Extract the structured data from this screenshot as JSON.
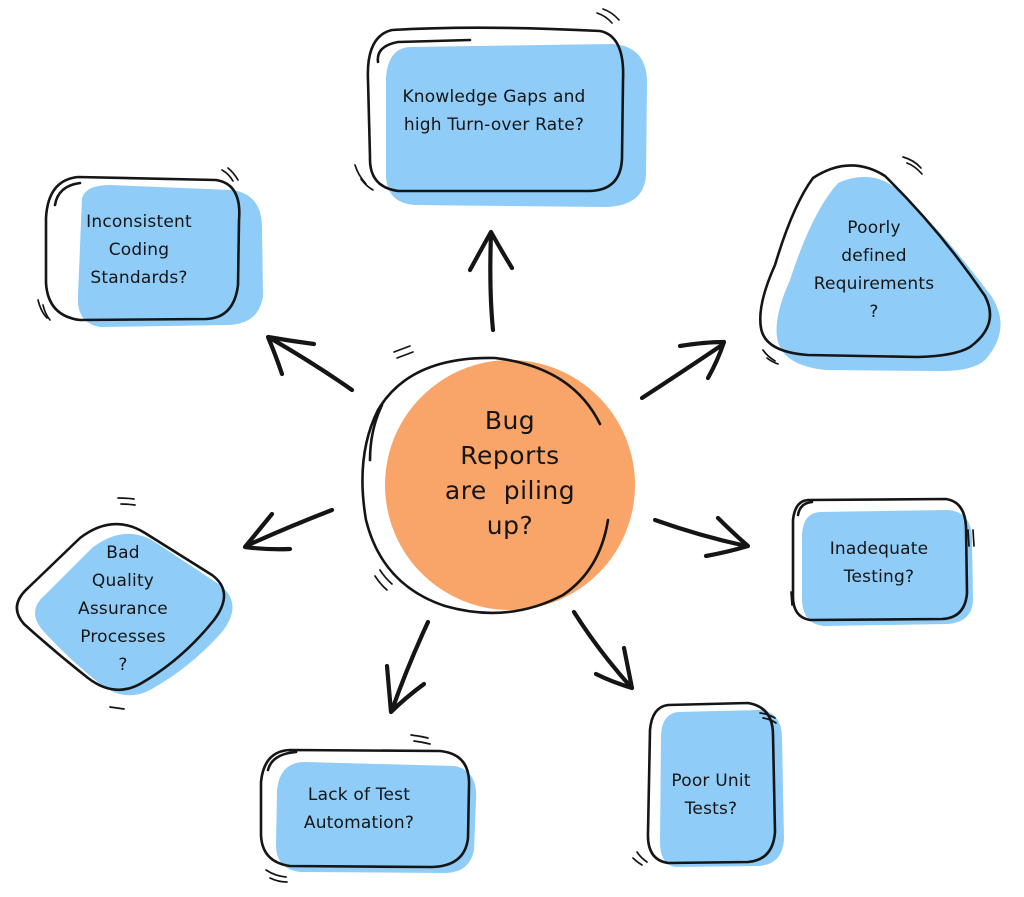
{
  "colors": {
    "center_fill": "#F9A56A",
    "node_fill": "#8FCCF8",
    "stroke": "#151515",
    "background": "#FFFFFF"
  },
  "center": {
    "lines": [
      "Bug",
      "Reports",
      "are  piling",
      "up?"
    ]
  },
  "nodes": {
    "knowledge": {
      "lines": [
        "Knowledge Gaps and",
        "high Turn-over Rate?"
      ]
    },
    "requirements": {
      "lines": [
        "Poorly",
        "defined",
        "Requirements",
        "?"
      ]
    },
    "testing": {
      "lines": [
        "Inadequate",
        "Testing?"
      ]
    },
    "unit_tests": {
      "lines": [
        "Poor Unit",
        "Tests?"
      ]
    },
    "automation": {
      "lines": [
        "Lack of Test",
        "Automation?"
      ]
    },
    "qa": {
      "lines": [
        "Bad",
        "Quality",
        "Assurance",
        "Processes",
        "?"
      ]
    },
    "coding": {
      "lines": [
        "Inconsistent",
        "Coding",
        "Standards?"
      ]
    }
  }
}
